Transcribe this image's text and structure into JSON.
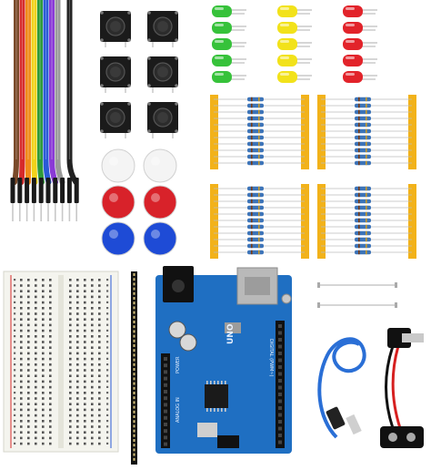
{
  "photo": {
    "background": "#ffffff",
    "components": {
      "jumper_wires": {
        "colors": [
          "#7a4a2a",
          "#d62a2a",
          "#f08a1a",
          "#f2d21a",
          "#2f9a3a",
          "#2a5ad6",
          "#8a3ad6",
          "#9a9a9a",
          "#ffffff",
          "#222222"
        ]
      },
      "buttons": {
        "rows": 3,
        "cols": 2
      },
      "leds": {
        "colors": [
          "#36c23a",
          "#f2e21a",
          "#e2232a"
        ],
        "per_column": 5
      },
      "resistor_strips": 4,
      "button_caps": [
        "#f4f4f4",
        "#d8222a",
        "#1e4bd6"
      ],
      "breadboard_color": "#f4f4ee",
      "header_color": "#111111",
      "arduino_board_color": "#1f6fc2",
      "usb_cable_color": "#2a6fd6",
      "battery_clip_colors": [
        "#111111",
        "#d62020"
      ]
    },
    "board_print": {
      "label_uno": "UNO",
      "label_digital": "DIGITAL (PWM~)",
      "label_analog": "ANALOG IN",
      "label_power": "POWER"
    }
  }
}
